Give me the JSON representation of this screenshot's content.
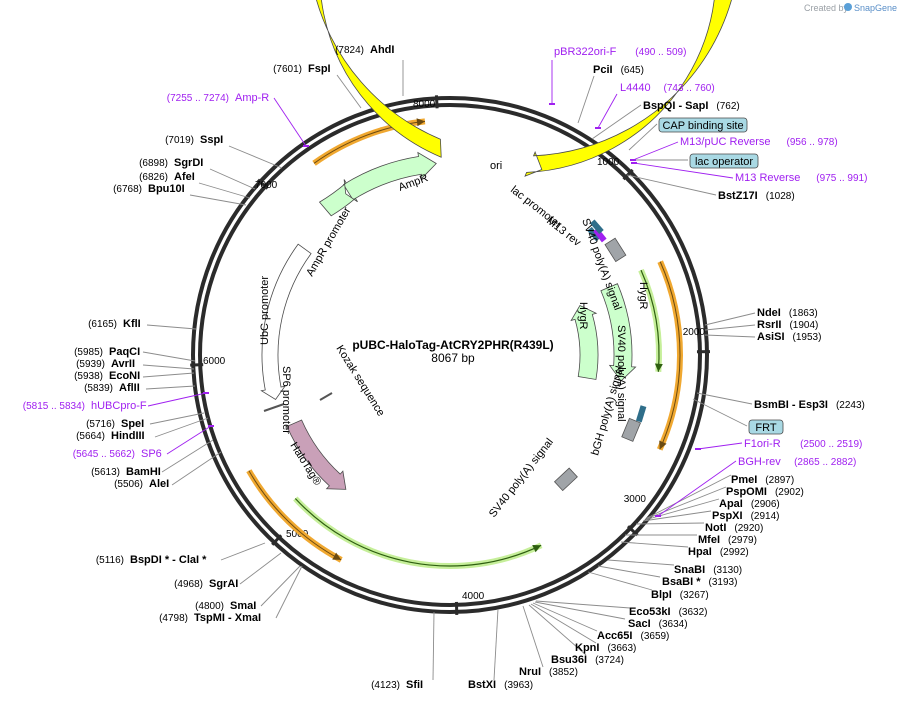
{
  "app": {
    "credit": "Created by",
    "brand": "SnapGene"
  },
  "plasmid": {
    "name": "pUBC-HaloTag-AtCRY2PHR(R439L)",
    "length_label": "8067 bp",
    "length": 8067,
    "tick_labels": [
      "1000",
      "2000",
      "3000",
      "4000",
      "5000",
      "6000",
      "7000",
      "8000"
    ]
  },
  "enzymes": [
    {
      "name": "AhdI",
      "pos": "(7824)"
    },
    {
      "name": "FspI",
      "pos": "(7601)"
    },
    {
      "name": "SspI",
      "pos": "(7019)"
    },
    {
      "name": "SgrDI",
      "pos": "(6898)"
    },
    {
      "name": "AfeI",
      "pos": "(6826)"
    },
    {
      "name": "Bpu10I",
      "pos": "(6768)"
    },
    {
      "name": "KflI",
      "pos": "(6165)"
    },
    {
      "name": "PaqCI",
      "pos": "(5985)"
    },
    {
      "name": "AvrII",
      "pos": "(5939)"
    },
    {
      "name": "EcoNI",
      "pos": "(5938)"
    },
    {
      "name": "AflII",
      "pos": "(5839)"
    },
    {
      "name": "SpeI",
      "pos": "(5716)"
    },
    {
      "name": "HindIII",
      "pos": "(5664)"
    },
    {
      "name": "BamHI",
      "pos": "(5613)"
    },
    {
      "name": "AleI",
      "pos": "(5506)"
    },
    {
      "name": "BspDI * - ClaI *",
      "pos": "(5116)"
    },
    {
      "name": "SgrAI",
      "pos": "(4968)"
    },
    {
      "name": "SmaI",
      "pos": "(4800)"
    },
    {
      "name": "TspMI - XmaI",
      "pos": "(4798)"
    },
    {
      "name": "SfiI",
      "pos": "(4123)"
    },
    {
      "name": "BstXI",
      "pos": "(3963)"
    },
    {
      "name": "NruI",
      "pos": "(3852)"
    },
    {
      "name": "Bsu36I",
      "pos": "(3724)"
    },
    {
      "name": "KpnI",
      "pos": "(3663)"
    },
    {
      "name": "Acc65I",
      "pos": "(3659)"
    },
    {
      "name": "SacI",
      "pos": "(3634)"
    },
    {
      "name": "Eco53kI",
      "pos": "(3632)"
    },
    {
      "name": "BlpI",
      "pos": "(3267)"
    },
    {
      "name": "BsaBI *",
      "pos": "(3193)"
    },
    {
      "name": "SnaBI",
      "pos": "(3130)"
    },
    {
      "name": "HpaI",
      "pos": "(2992)"
    },
    {
      "name": "MfeI",
      "pos": "(2979)"
    },
    {
      "name": "NotI",
      "pos": "(2920)"
    },
    {
      "name": "PspXI",
      "pos": "(2914)"
    },
    {
      "name": "ApaI",
      "pos": "(2906)"
    },
    {
      "name": "PspOMI",
      "pos": "(2902)"
    },
    {
      "name": "PmeI",
      "pos": "(2897)"
    },
    {
      "name": "BsmBI - Esp3I",
      "pos": "(2243)"
    },
    {
      "name": "AsiSI",
      "pos": "(1953)"
    },
    {
      "name": "RsrII",
      "pos": "(1904)"
    },
    {
      "name": "NdeI",
      "pos": "(1863)"
    },
    {
      "name": "BstZ17I",
      "pos": "(1028)"
    },
    {
      "name": "BspQI - SapI",
      "pos": "(762)"
    },
    {
      "name": "PciI",
      "pos": "(645)"
    }
  ],
  "primers": [
    {
      "name": "Amp-R",
      "range": "(7255 .. 7274)"
    },
    {
      "name": "pBR322ori-F",
      "range": "(490 .. 509)"
    },
    {
      "name": "L4440",
      "range": "(743 .. 760)"
    },
    {
      "name": "M13/pUC Reverse",
      "range": "(956 .. 978)"
    },
    {
      "name": "M13 Reverse",
      "range": "(975 .. 991)"
    },
    {
      "name": "F1ori-R",
      "range": "(2500 .. 2519)"
    },
    {
      "name": "BGH-rev",
      "range": "(2865 .. 2882)"
    },
    {
      "name": "hUBCpro-F",
      "range": "(5815 .. 5834)"
    },
    {
      "name": "SP6",
      "range": "(5645 .. 5662)"
    }
  ],
  "boxed_features": [
    {
      "name": "CAP binding site"
    },
    {
      "name": "lac operator"
    },
    {
      "name": "FRT"
    }
  ],
  "features": [
    {
      "name": "ori"
    },
    {
      "name": "AmpR"
    },
    {
      "name": "AmpR promoter"
    },
    {
      "name": "lac promoter"
    },
    {
      "name": "M13 rev"
    },
    {
      "name": "SV40 poly(A) signal"
    },
    {
      "name": "HygR"
    },
    {
      "name": "HygR"
    },
    {
      "name": "SV40 poly(A) signal"
    },
    {
      "name": "bGH poly(A) signal"
    },
    {
      "name": "SV40 poly(A) signal"
    },
    {
      "name": "HaloTag®"
    },
    {
      "name": "SP6 promoter"
    },
    {
      "name": "UbC promoter"
    },
    {
      "name": "Kozak sequence"
    }
  ],
  "colors": {
    "ori": "#ffff00",
    "resistance": "#ccffcc",
    "halotag": "#c9a0b8",
    "primer": "#a020f0",
    "box": "#a9d9e4",
    "orf_outer": "#f0a830",
    "orf_inner": "#70b020",
    "terminator": "#a0a4a8",
    "promoter": "#ffffff"
  }
}
